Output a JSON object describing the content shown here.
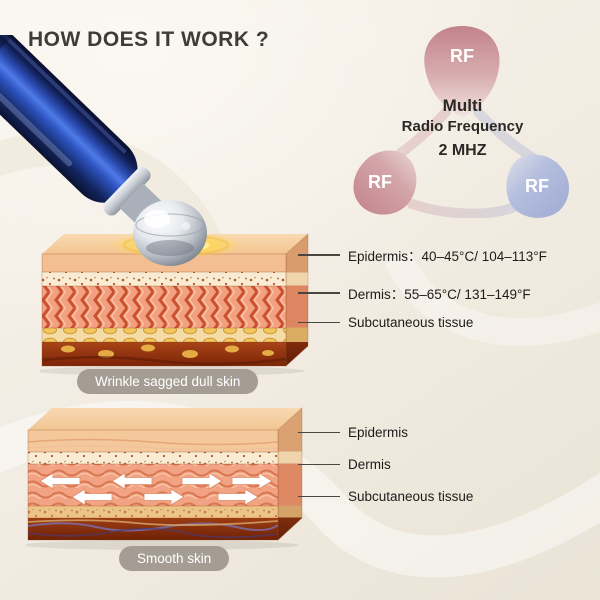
{
  "title": "HOW DOES IT WORK ?",
  "rf_diagram": {
    "top": "RF",
    "left": "RF",
    "right": "RF",
    "center_title": "Multi",
    "center_subtitle": "Radio Frequency",
    "center_value": "2 MHZ"
  },
  "wrinkled": {
    "labels": [
      "Epidermis：40–45°C/ 104–113°F",
      "Dermis：55–65°C/ 131–149°F",
      "Subcutaneous tissue"
    ],
    "badge": "Wrinkle sagged dull skin"
  },
  "smooth": {
    "labels": [
      "Epidermis",
      "Dermis",
      "Subcutaneous tissue"
    ],
    "badge": "Smooth skin"
  },
  "colors": {
    "accent_rose": "#c2838a",
    "accent_blue": "#9fabd2",
    "badge_gray": "#a59d94",
    "device_navy": "#13255e",
    "glow_yellow": "#ffd84d",
    "skin_salmon": "#f2a080",
    "subcutaneous_red": "#8a2f12"
  }
}
